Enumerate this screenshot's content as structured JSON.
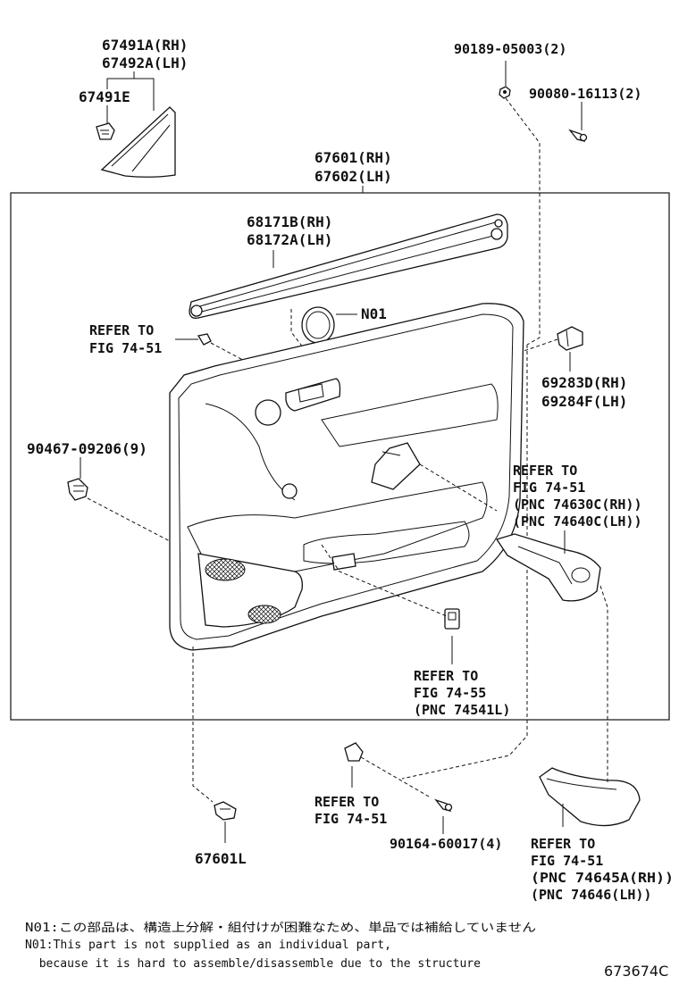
{
  "labels": {
    "p67491a": "67491A(RH)",
    "p67492a": "67492A(LH)",
    "p67491e": "67491E",
    "p90189": "90189-05003(2)",
    "p90080": "90080-16113(2)",
    "p67601": "67601(RH)",
    "p67602": "67602(LH)",
    "p68171b": "68171B(RH)",
    "p68172a": "68172A(LH)",
    "n01": "N01",
    "refer1_a": "REFER TO",
    "refer1_b": "FIG 74-51",
    "p69283d": "69283D(RH)",
    "p69284f": "69284F(LH)",
    "p90467": "90467-09206(9)",
    "refer2_a": "REFER TO",
    "refer2_b": "FIG 74-51",
    "refer2_c": "(PNC 74630C(RH))",
    "refer2_d": "(PNC 74640C(LH))",
    "refer3_a": "REFER TO",
    "refer3_b": "FIG 74-55",
    "refer3_c": "(PNC 74541L)",
    "refer4_a": "REFER TO",
    "refer4_b": "FIG 74-51",
    "p90164": "90164-60017(4)",
    "p67601l": "67601L",
    "refer5_a": "REFER TO",
    "refer5_b": "FIG 74-51",
    "refer5_c": "(PNC 74645A(RH))",
    "refer5_d": "(PNC 74646(LH))"
  },
  "notes": {
    "line1": "N01:この部品は、構造上分解・組付けが困難なため、単品では補給していません",
    "line2": "N01:This part is not supplied as an individual part,",
    "line3": "  because it is hard to assemble/disassemble due to the structure"
  },
  "drawing_code": "673674C"
}
